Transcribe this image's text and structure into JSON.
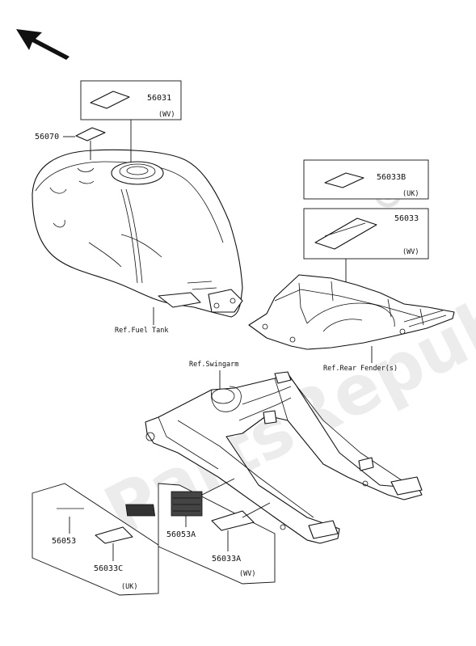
{
  "labels": {
    "p56031": "56031",
    "p56070": "56070",
    "p56033B": "56033B",
    "p56033": "56033",
    "p56053": "56053",
    "p56033C": "56033C",
    "p56053A": "56053A",
    "p56033A": "56033A"
  },
  "regions": {
    "wv": "(WV)",
    "uk": "(UK)"
  },
  "refs": {
    "fuel_tank": "Ref.Fuel Tank",
    "swingarm": "Ref.Swingarm",
    "rear_fender": "Ref.Rear Fender(s)"
  },
  "watermark": "PartsRepublik"
}
